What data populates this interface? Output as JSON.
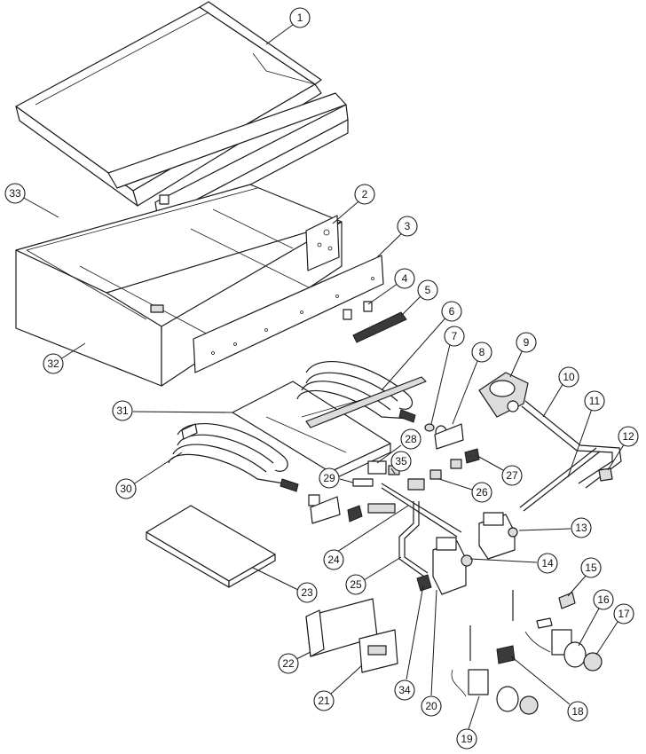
{
  "diagram": {
    "callouts": [
      {
        "number": "1"
      },
      {
        "number": "2"
      },
      {
        "number": "3"
      },
      {
        "number": "4"
      },
      {
        "number": "5"
      },
      {
        "number": "6"
      },
      {
        "number": "7"
      },
      {
        "number": "8"
      },
      {
        "number": "9"
      },
      {
        "number": "10"
      },
      {
        "number": "11"
      },
      {
        "number": "12"
      },
      {
        "number": "13"
      },
      {
        "number": "14"
      },
      {
        "number": "15"
      },
      {
        "number": "16"
      },
      {
        "number": "17"
      },
      {
        "number": "18"
      },
      {
        "number": "19"
      },
      {
        "number": "20"
      },
      {
        "number": "21"
      },
      {
        "number": "22"
      },
      {
        "number": "23"
      },
      {
        "number": "24"
      },
      {
        "number": "25"
      },
      {
        "number": "26"
      },
      {
        "number": "27"
      },
      {
        "number": "28"
      },
      {
        "number": "29"
      },
      {
        "number": "30"
      },
      {
        "number": "31"
      },
      {
        "number": "32"
      },
      {
        "number": "33"
      },
      {
        "number": "34"
      },
      {
        "number": "35"
      }
    ]
  }
}
